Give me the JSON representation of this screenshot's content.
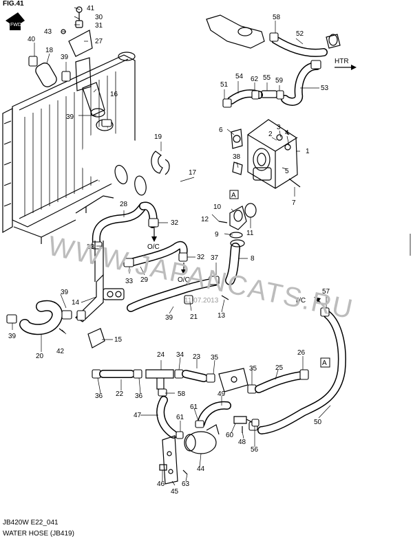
{
  "figure": {
    "fig_label": "FIG.41",
    "fwd_label": "FWD",
    "code": "JB420W E22_041",
    "title": "WATER HOSE (JB419)",
    "watermark": "WWW.JAPANCATS.RU",
    "date_stamp": "11.07.2013"
  },
  "arrows": {
    "htr": "HTR",
    "tc": "T/C",
    "oc_upper": "O/C",
    "oc_lower": "O/C",
    "ref_a_upper": "A",
    "ref_a_lower": "A"
  },
  "part_numbers": {
    "p1": "1",
    "p2": "2",
    "p3": "3",
    "p4": "4",
    "p5": "5",
    "p6": "6",
    "p7": "7",
    "p8": "8",
    "p9": "9",
    "p10": "10",
    "p11": "11",
    "p12": "12",
    "p13": "13",
    "p14": "14",
    "p15": "15",
    "p16": "16",
    "p17": "17",
    "p18": "18",
    "p19": "19",
    "p20": "20",
    "p21": "21",
    "p22": "22",
    "p23": "23",
    "p24": "24",
    "p25": "25",
    "p26": "26",
    "p27": "27",
    "p28": "28",
    "p29": "29",
    "p30": "30",
    "p31": "31",
    "p32a": "32",
    "p32b": "32",
    "p33a": "33",
    "p33b": "33",
    "p34": "34",
    "p35a": "35",
    "p35b": "35",
    "p36a": "36",
    "p36b": "36",
    "p37": "37",
    "p38": "38",
    "p39a": "39",
    "p39b": "39",
    "p39c": "39",
    "p39d": "39",
    "p39e": "39",
    "p40": "40",
    "p41": "41",
    "p42": "42",
    "p43": "43",
    "p44": "44",
    "p45": "45",
    "p46": "46",
    "p47": "47",
    "p48": "48",
    "p49": "49",
    "p50": "50",
    "p51": "51",
    "p52": "52",
    "p53": "53",
    "p54": "54",
    "p55": "55",
    "p56": "56",
    "p57": "57",
    "p58": "58",
    "p59": "59",
    "p60": "60",
    "p61a": "61",
    "p61b": "61",
    "p62": "62",
    "p63": "63"
  }
}
